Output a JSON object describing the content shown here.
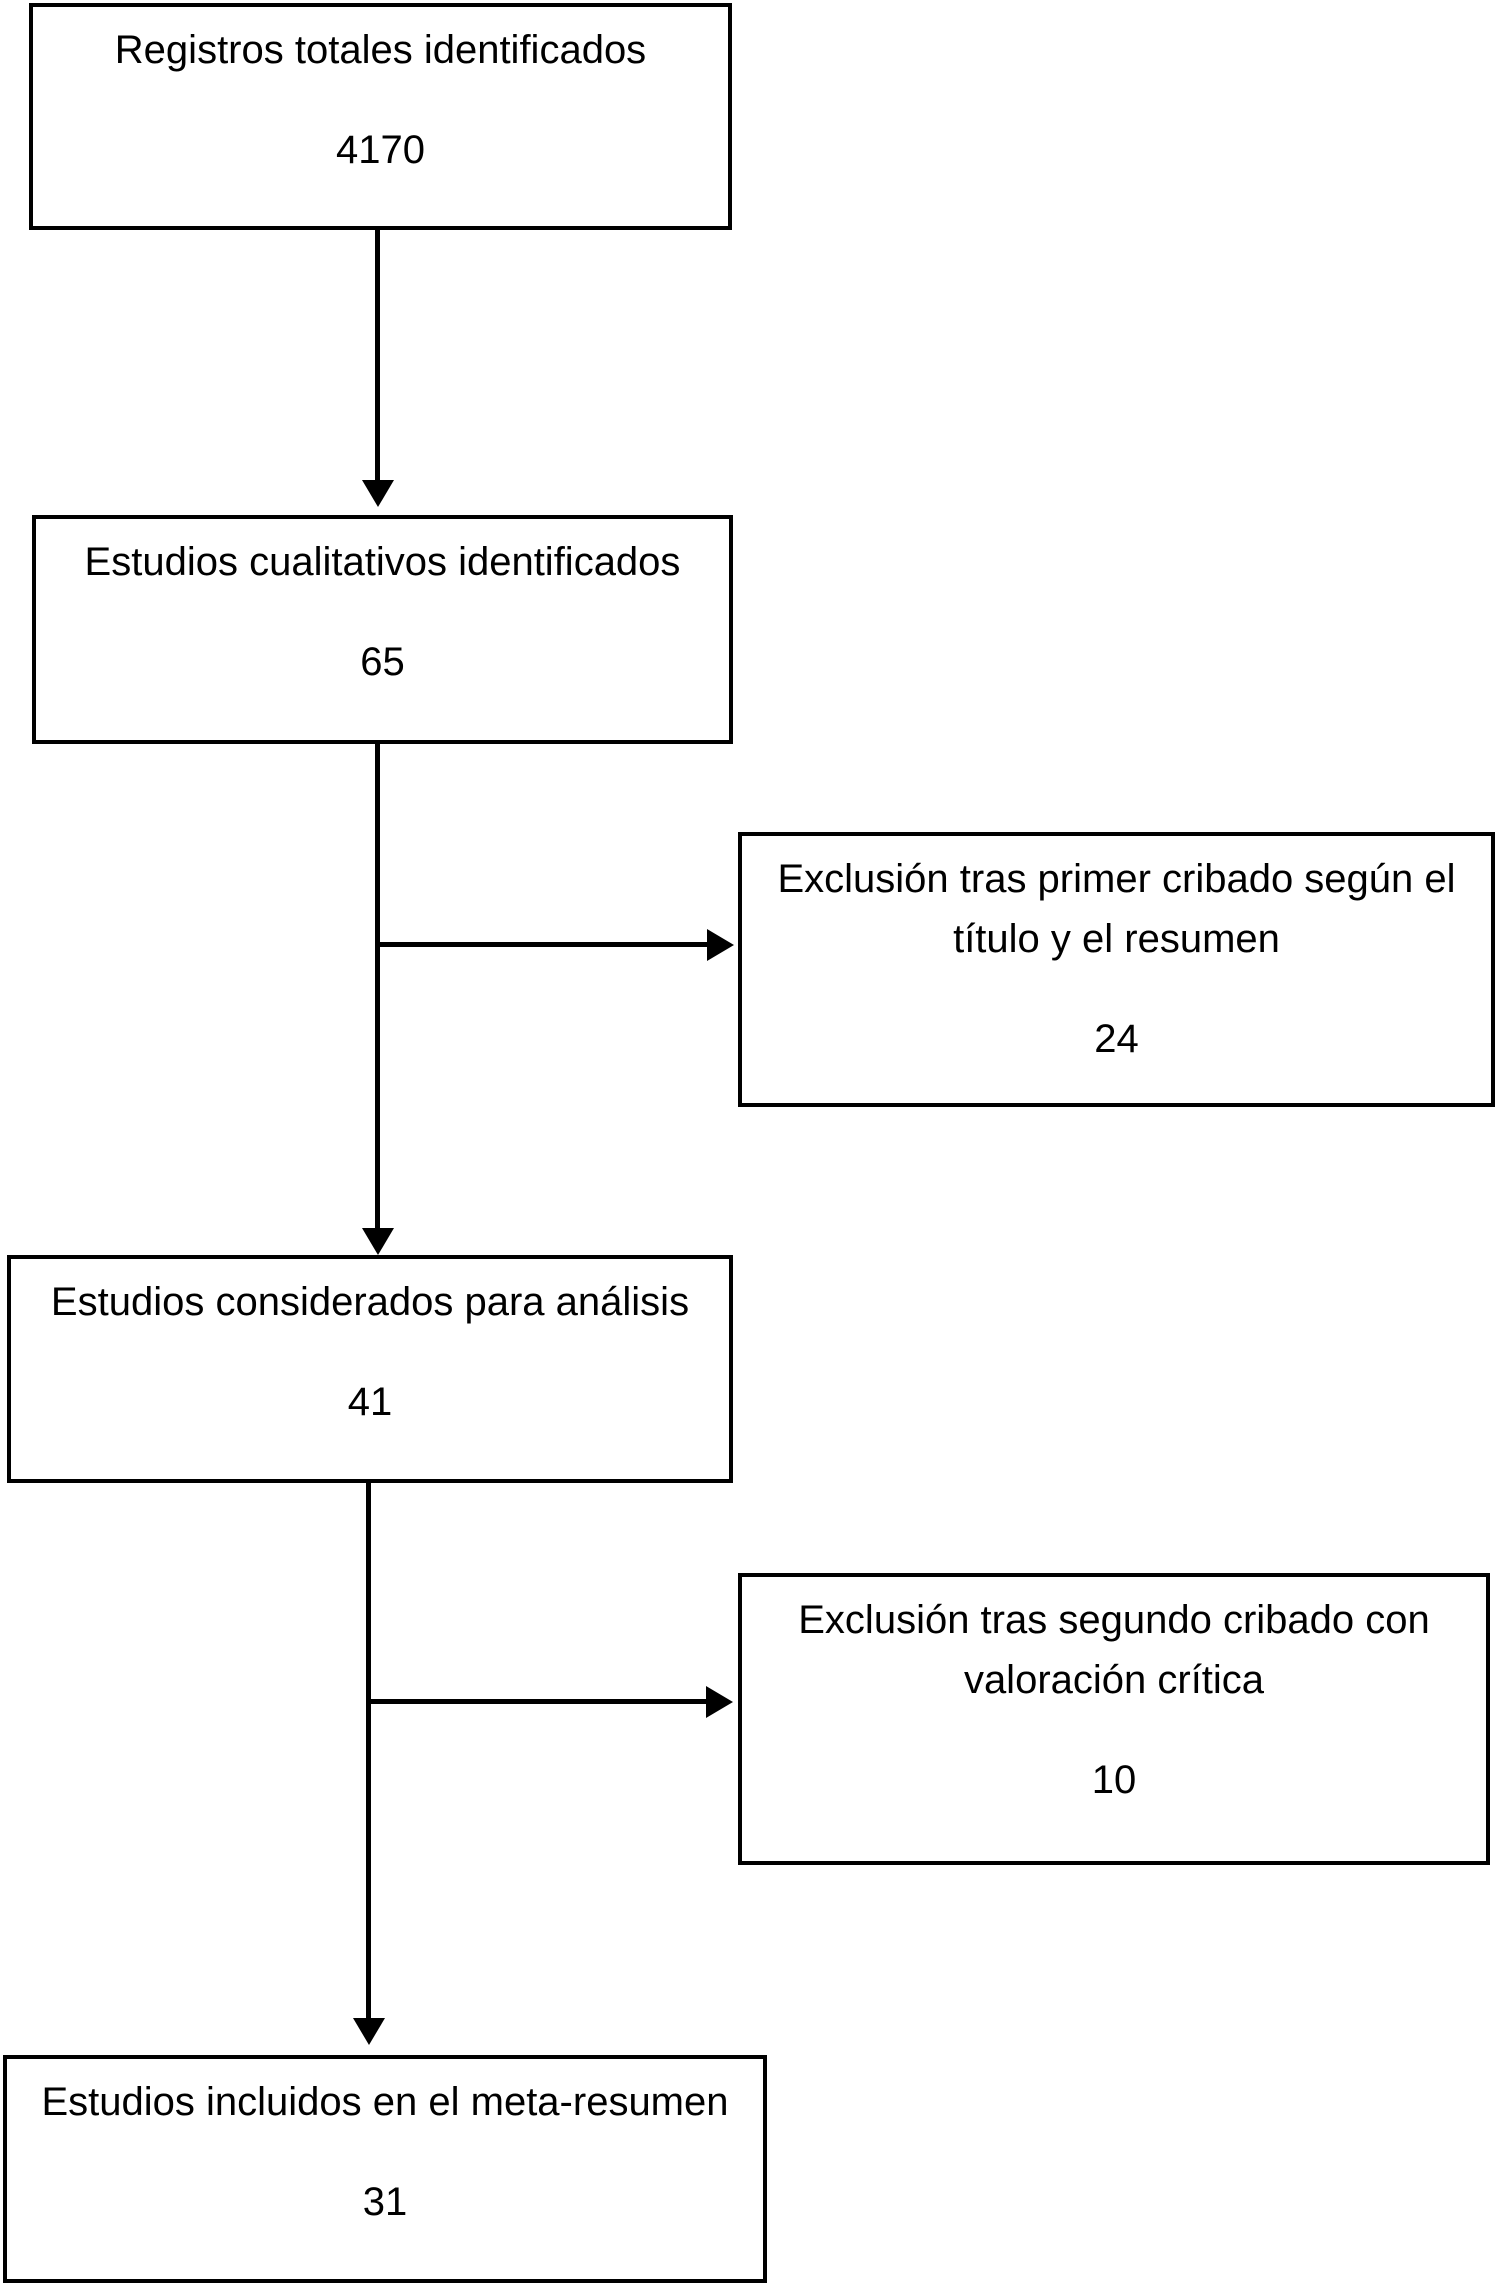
{
  "diagram": {
    "type": "flowchart",
    "language": "es",
    "colors": {
      "box_border": "#000000",
      "box_fill": "#ffffff",
      "text": "#000000",
      "arrow": "#000000",
      "background": "#ffffff"
    },
    "boxes": [
      {
        "id": "total",
        "label": "Registros totales identificados",
        "count": "4170"
      },
      {
        "id": "qual",
        "label": "Estudios cualitativos identificados",
        "count": "65"
      },
      {
        "id": "excl1",
        "label": "Exclusión tras primer cribado según el título y el resumen",
        "count": "24"
      },
      {
        "id": "considered",
        "label": "Estudios considerados para análisis",
        "count": "41"
      },
      {
        "id": "excl2",
        "label": "Exclusión tras segundo cribado con valoración crítica",
        "count": "10"
      },
      {
        "id": "included",
        "label": "Estudios incluidos en el meta-resumen",
        "count": "31"
      }
    ],
    "flow": [
      {
        "from": "total",
        "to": "qual"
      },
      {
        "from": "qual",
        "to": "considered"
      },
      {
        "from": "qual",
        "to": "excl1"
      },
      {
        "from": "considered",
        "to": "included"
      },
      {
        "from": "considered",
        "to": "excl2"
      }
    ]
  }
}
